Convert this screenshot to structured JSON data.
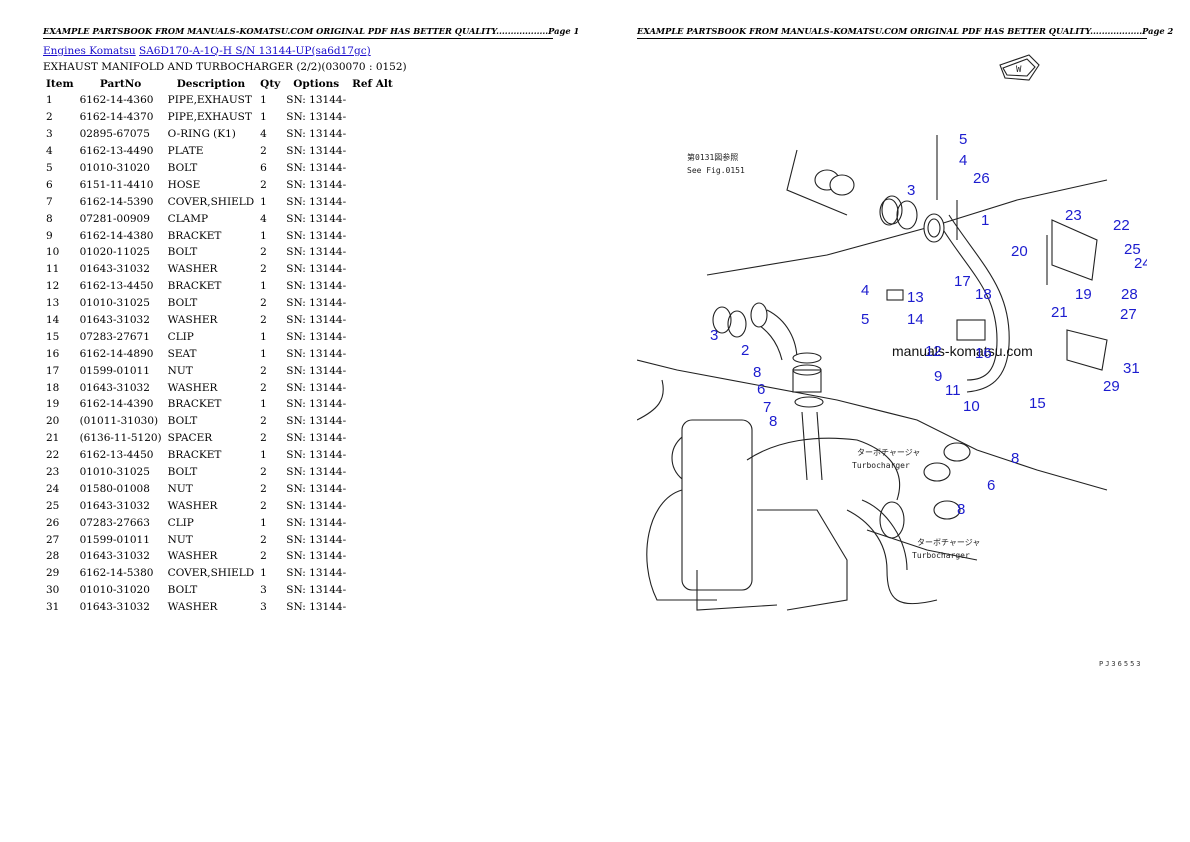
{
  "header": {
    "page1": "EXAMPLE PARTSBOOK FROM MANUALS-KOMATSU.COM ORIGINAL PDF HAS BETTER QUALITY..................Page 1",
    "page2": "EXAMPLE PARTSBOOK FROM MANUALS-KOMATSU.COM ORIGINAL PDF HAS BETTER QUALITY..................Page 2"
  },
  "breadcrumb": {
    "link1": "Engines Komatsu",
    "link2": "SA6D170-A-1Q-H S/N 13144-UP(sa6d17gc)"
  },
  "subtitle": "EXHAUST MANIFOLD AND TURBOCHARGER (2/2)(030070 : 0152)",
  "table": {
    "headers": {
      "item": "Item",
      "partno": "PartNo",
      "description": "Description",
      "qty": "Qty",
      "options": "Options",
      "refalt": "Ref Alt"
    },
    "rows": [
      {
        "item": "1",
        "partno": "6162-14-4360",
        "description": "PIPE,EXHAUST",
        "qty": "1",
        "options": "SN: 13144-"
      },
      {
        "item": "2",
        "partno": "6162-14-4370",
        "description": "PIPE,EXHAUST",
        "qty": "1",
        "options": "SN: 13144-"
      },
      {
        "item": "3",
        "partno": "02895-67075",
        "description": "O-RING (K1)",
        "qty": "4",
        "options": "SN: 13144-"
      },
      {
        "item": "4",
        "partno": "6162-13-4490",
        "description": "PLATE",
        "qty": "2",
        "options": "SN: 13144-"
      },
      {
        "item": "5",
        "partno": "01010-31020",
        "description": "BOLT",
        "qty": "6",
        "options": "SN: 13144-"
      },
      {
        "item": "6",
        "partno": "6151-11-4410",
        "description": "HOSE",
        "qty": "2",
        "options": "SN: 13144-"
      },
      {
        "item": "7",
        "partno": "6162-14-5390",
        "description": "COVER,SHIELD",
        "qty": "1",
        "options": "SN: 13144-"
      },
      {
        "item": "8",
        "partno": "07281-00909",
        "description": "CLAMP",
        "qty": "4",
        "options": "SN: 13144-"
      },
      {
        "item": "9",
        "partno": "6162-14-4380",
        "description": "BRACKET",
        "qty": "1",
        "options": "SN: 13144-"
      },
      {
        "item": "10",
        "partno": "01020-11025",
        "description": "BOLT",
        "qty": "2",
        "options": "SN: 13144-"
      },
      {
        "item": "11",
        "partno": "01643-31032",
        "description": "WASHER",
        "qty": "2",
        "options": "SN: 13144-"
      },
      {
        "item": "12",
        "partno": "6162-13-4450",
        "description": "BRACKET",
        "qty": "1",
        "options": "SN: 13144-"
      },
      {
        "item": "13",
        "partno": "01010-31025",
        "description": "BOLT",
        "qty": "2",
        "options": "SN: 13144-"
      },
      {
        "item": "14",
        "partno": "01643-31032",
        "description": "WASHER",
        "qty": "2",
        "options": "SN: 13144-"
      },
      {
        "item": "15",
        "partno": "07283-27671",
        "description": "CLIP",
        "qty": "1",
        "options": "SN: 13144-"
      },
      {
        "item": "16",
        "partno": "6162-14-4890",
        "description": "SEAT",
        "qty": "1",
        "options": "SN: 13144-"
      },
      {
        "item": "17",
        "partno": "01599-01011",
        "description": "NUT",
        "qty": "2",
        "options": "SN: 13144-"
      },
      {
        "item": "18",
        "partno": "01643-31032",
        "description": "WASHER",
        "qty": "2",
        "options": "SN: 13144-"
      },
      {
        "item": "19",
        "partno": "6162-14-4390",
        "description": "BRACKET",
        "qty": "1",
        "options": "SN: 13144-"
      },
      {
        "item": "20",
        "partno": "(01011-31030)",
        "description": "BOLT",
        "qty": "2",
        "options": "SN: 13144-"
      },
      {
        "item": "21",
        "partno": "(6136-11-5120)",
        "description": "SPACER",
        "qty": "2",
        "options": "SN: 13144-"
      },
      {
        "item": "22",
        "partno": "6162-13-4450",
        "description": "BRACKET",
        "qty": "1",
        "options": "SN: 13144-"
      },
      {
        "item": "23",
        "partno": "01010-31025",
        "description": "BOLT",
        "qty": "2",
        "options": "SN: 13144-"
      },
      {
        "item": "24",
        "partno": "01580-01008",
        "description": "NUT",
        "qty": "2",
        "options": "SN: 13144-"
      },
      {
        "item": "25",
        "partno": "01643-31032",
        "description": "WASHER",
        "qty": "2",
        "options": "SN: 13144-"
      },
      {
        "item": "26",
        "partno": "07283-27663",
        "description": "CLIP",
        "qty": "1",
        "options": "SN: 13144-"
      },
      {
        "item": "27",
        "partno": "01599-01011",
        "description": "NUT",
        "qty": "2",
        "options": "SN: 13144-"
      },
      {
        "item": "28",
        "partno": "01643-31032",
        "description": "WASHER",
        "qty": "2",
        "options": "SN: 13144-"
      },
      {
        "item": "29",
        "partno": "6162-14-5380",
        "description": "COVER,SHIELD",
        "qty": "1",
        "options": "SN: 13144-"
      },
      {
        "item": "30",
        "partno": "01010-31020",
        "description": "BOLT",
        "qty": "3",
        "options": "SN: 13144-"
      },
      {
        "item": "31",
        "partno": "01643-31032",
        "description": "WASHER",
        "qty": "3",
        "options": "SN: 13144-"
      }
    ]
  },
  "diagram": {
    "direction_label": "W",
    "reference_note_line1": "第0131図参照",
    "reference_note_line2": "See Fig.0151",
    "turbo_label_jp": "ターボチャージャ",
    "turbo_label_en": "Turbocharger",
    "watermark": "manuals-komatsu.com",
    "drawing_code": "PJ36553",
    "callouts": [
      "1",
      "2",
      "3",
      "3",
      "4",
      "4",
      "5",
      "5",
      "6",
      "6",
      "7",
      "8",
      "8",
      "8",
      "8",
      "9",
      "10",
      "11",
      "12",
      "13",
      "14",
      "15",
      "16",
      "17",
      "18",
      "19",
      "20",
      "21",
      "22",
      "23",
      "24",
      "25",
      "26",
      "27",
      "28",
      "29",
      "31"
    ]
  },
  "colors": {
    "callout": "#1c1ccf",
    "link": "#1a0dcc"
  }
}
